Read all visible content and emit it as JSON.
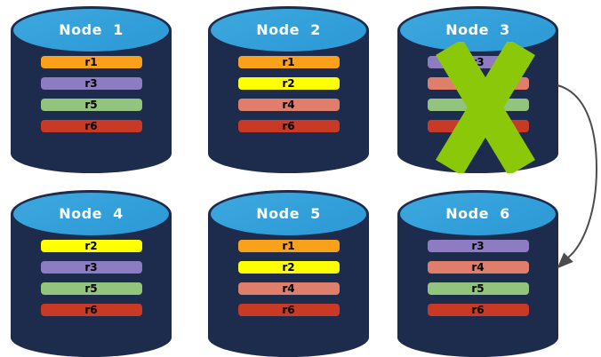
{
  "colors": {
    "canvas_bg": "#ffffff",
    "cylinder_body": "#1d2b4c",
    "cylinder_top": "#2f9cd8",
    "title_text": "#ffffff",
    "bar_text": "#000000",
    "replica_orange": "#f9a11b",
    "replica_yellow": "#feff00",
    "replica_purple": "#8e7cc3",
    "replica_salmon": "#df7e6b",
    "replica_green": "#93c47d",
    "replica_red": "#c83a26",
    "failure_x": "#8cc80a",
    "arrow": "#4c4c4c"
  },
  "nodes": [
    {
      "title": "Node  1",
      "failed": false,
      "replicas": [
        {
          "label": "r1",
          "color": "#f9a11b"
        },
        {
          "label": "r3",
          "color": "#8e7cc3"
        },
        {
          "label": "r5",
          "color": "#93c47d"
        },
        {
          "label": "r6",
          "color": "#c83a26"
        }
      ]
    },
    {
      "title": "Node  2",
      "failed": false,
      "replicas": [
        {
          "label": "r1",
          "color": "#f9a11b"
        },
        {
          "label": "r2",
          "color": "#feff00"
        },
        {
          "label": "r4",
          "color": "#df7e6b"
        },
        {
          "label": "r6",
          "color": "#c83a26"
        }
      ]
    },
    {
      "title": "Node  3",
      "failed": true,
      "replicas": [
        {
          "label": "r3",
          "color": "#8e7cc3"
        },
        {
          "label": "",
          "color": "#df7e6b"
        },
        {
          "label": "",
          "color": "#93c47d"
        },
        {
          "label": "",
          "color": "#c83a26"
        }
      ]
    },
    {
      "title": "Node  4",
      "failed": false,
      "replicas": [
        {
          "label": "r2",
          "color": "#feff00"
        },
        {
          "label": "r3",
          "color": "#8e7cc3"
        },
        {
          "label": "r5",
          "color": "#93c47d"
        },
        {
          "label": "r6",
          "color": "#c83a26"
        }
      ]
    },
    {
      "title": "Node  5",
      "failed": false,
      "replicas": [
        {
          "label": "r1",
          "color": "#f9a11b"
        },
        {
          "label": "r2",
          "color": "#feff00"
        },
        {
          "label": "r4",
          "color": "#df7e6b"
        },
        {
          "label": "r6",
          "color": "#c83a26"
        }
      ]
    },
    {
      "title": "Node  6",
      "failed": false,
      "replicas": [
        {
          "label": "r3",
          "color": "#8e7cc3"
        },
        {
          "label": "r4",
          "color": "#df7e6b"
        },
        {
          "label": "r5",
          "color": "#93c47d"
        },
        {
          "label": "r6",
          "color": "#c83a26"
        }
      ]
    }
  ],
  "arrow": {
    "from": "Node 3",
    "to": "Node 6"
  }
}
